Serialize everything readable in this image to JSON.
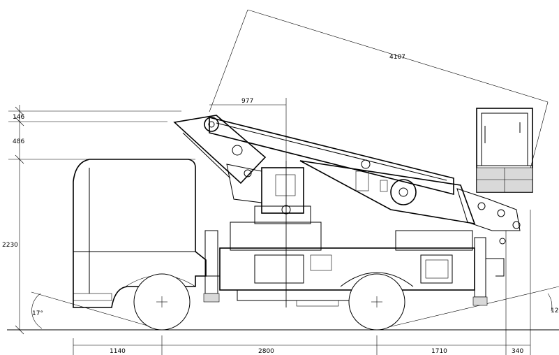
{
  "drawing": {
    "dimensions": {
      "boom_length": "4107",
      "boom_offset": "977",
      "top_146": "146",
      "height_486": "486",
      "height_2230": "2230",
      "angle_front": "17°",
      "angle_rear": "12",
      "wheelbase_front_overhang": "1140",
      "wheelbase": "2800",
      "rear_overhang": "1710",
      "rear_extension": "340"
    },
    "line_color": "#000000",
    "background": "#ffffff"
  }
}
